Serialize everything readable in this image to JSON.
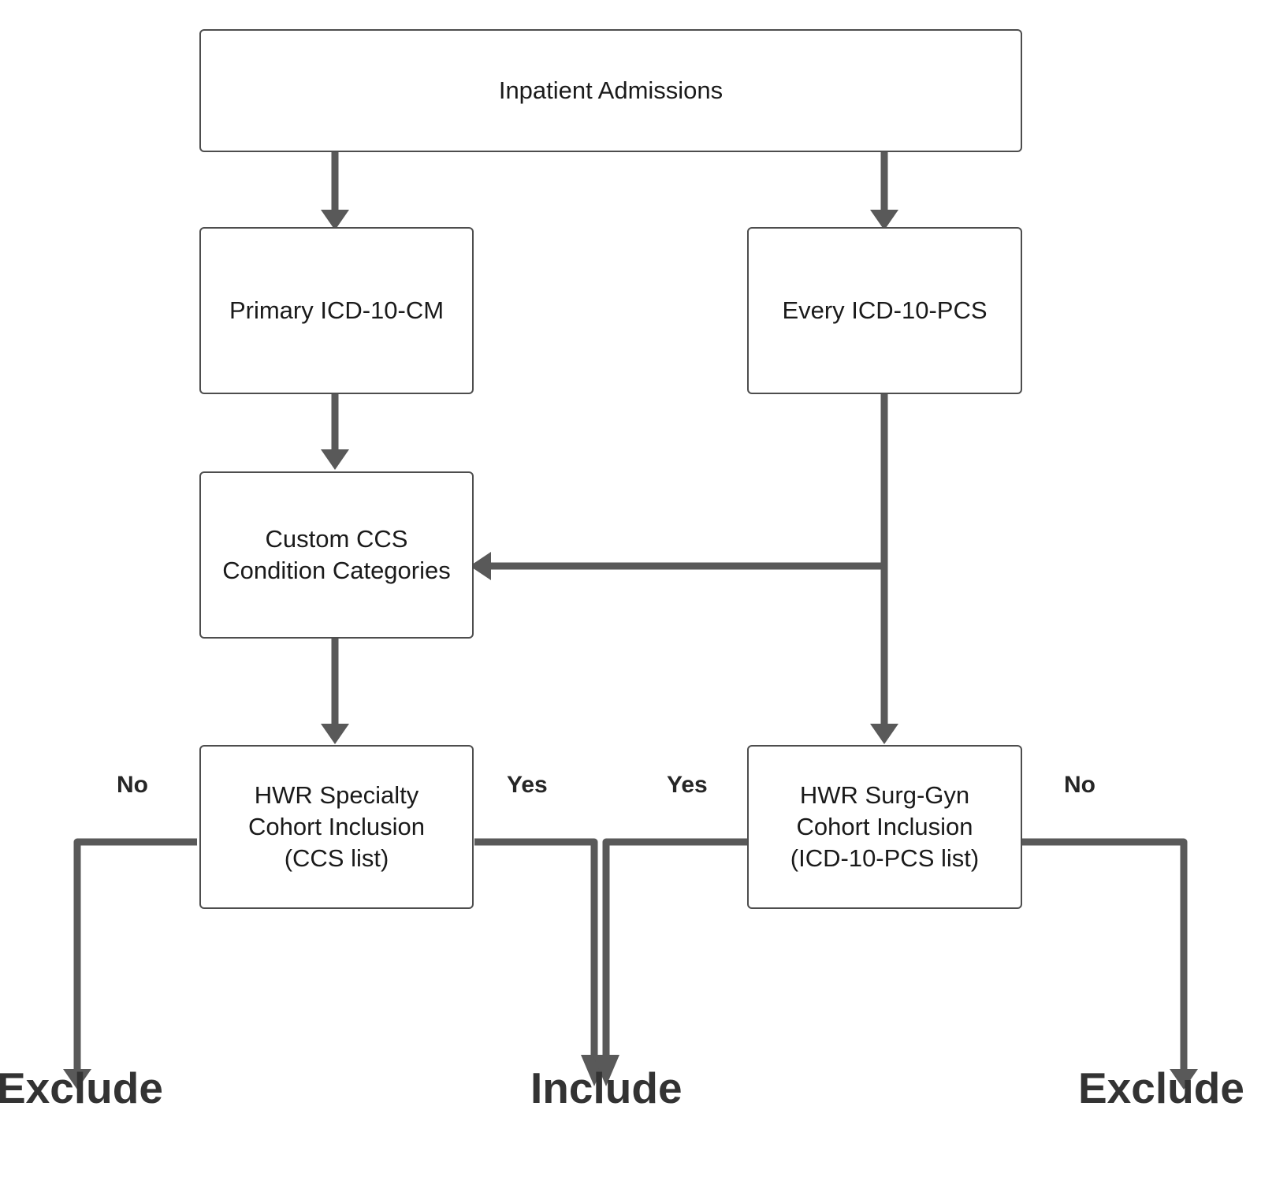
{
  "diagram": {
    "title": "Inpatient Admissions cohort inclusion flowchart",
    "stroke_color": "#595959",
    "box_border_color": "#4d4d4d",
    "text_color": "#1a1a1a",
    "background": "#ffffff",
    "nodes": [
      {
        "id": "inpatient_admissions",
        "label": "Inpatient Admissions"
      },
      {
        "id": "primary_icd10cm",
        "label": "Primary ICD-10-CM"
      },
      {
        "id": "every_icd10pcs",
        "label": "Every ICD-10-PCS"
      },
      {
        "id": "custom_ccs",
        "label": "Custom CCS\nCondition Categories"
      },
      {
        "id": "hwr_specialty",
        "label": "HWR Specialty\nCohort Inclusion\n(CCS list)"
      },
      {
        "id": "hwr_surggyn",
        "label": "HWR Surg-Gyn\nCohort Inclusion\n(ICD-10-PCS list)"
      }
    ],
    "edge_labels": [
      {
        "id": "specialty_no",
        "label": "No"
      },
      {
        "id": "specialty_yes",
        "label": "Yes"
      },
      {
        "id": "surggyn_yes",
        "label": "Yes"
      },
      {
        "id": "surggyn_no",
        "label": "No"
      }
    ],
    "terminals": [
      {
        "id": "exclude_left",
        "label": "Exclude"
      },
      {
        "id": "include",
        "label": "Include"
      },
      {
        "id": "exclude_right",
        "label": "Exclude"
      }
    ]
  }
}
